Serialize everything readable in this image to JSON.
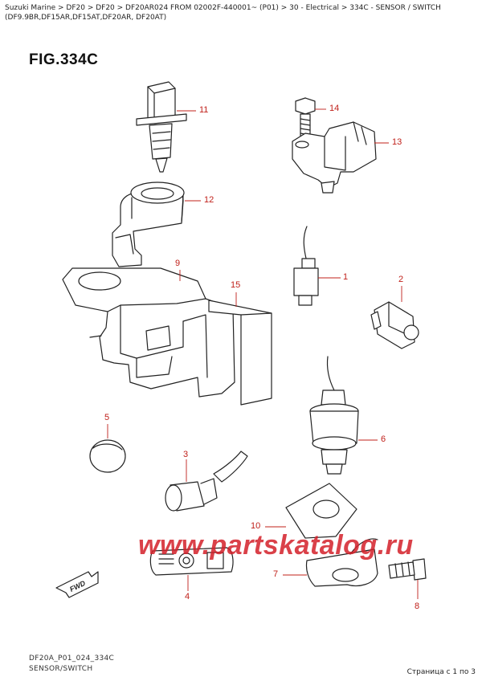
{
  "breadcrumb": "Suzuki Marine > DF20 > DF20 > DF20AR024 FROM 02002F-440001~ (P01) > 30 - Electrical > 334C - SENSOR / SWITCH (DF9.9BR,DF15AR,DF15AT,DF20AR, DF20AT)",
  "figure_title": "FIG.334C",
  "callouts": {
    "p1": "1",
    "p2": "2",
    "p3": "3",
    "p4": "4",
    "p5": "5",
    "p6": "6",
    "p7": "7",
    "p8": "8",
    "p9": "9",
    "p10": "10",
    "p11": "11",
    "p12": "12",
    "p13": "13",
    "p14": "14",
    "p15": "15"
  },
  "fwd_label": "FWD",
  "watermark": "www.partskatalog.ru",
  "footer": {
    "code": "DF20A_P01_024_334C",
    "subtitle": "SENSOR/SWITCH"
  },
  "page_indicator": "Страница с 1 по 3",
  "colors": {
    "callout": "#c0201a",
    "watermark": "#d4202a",
    "line": "#222222"
  }
}
